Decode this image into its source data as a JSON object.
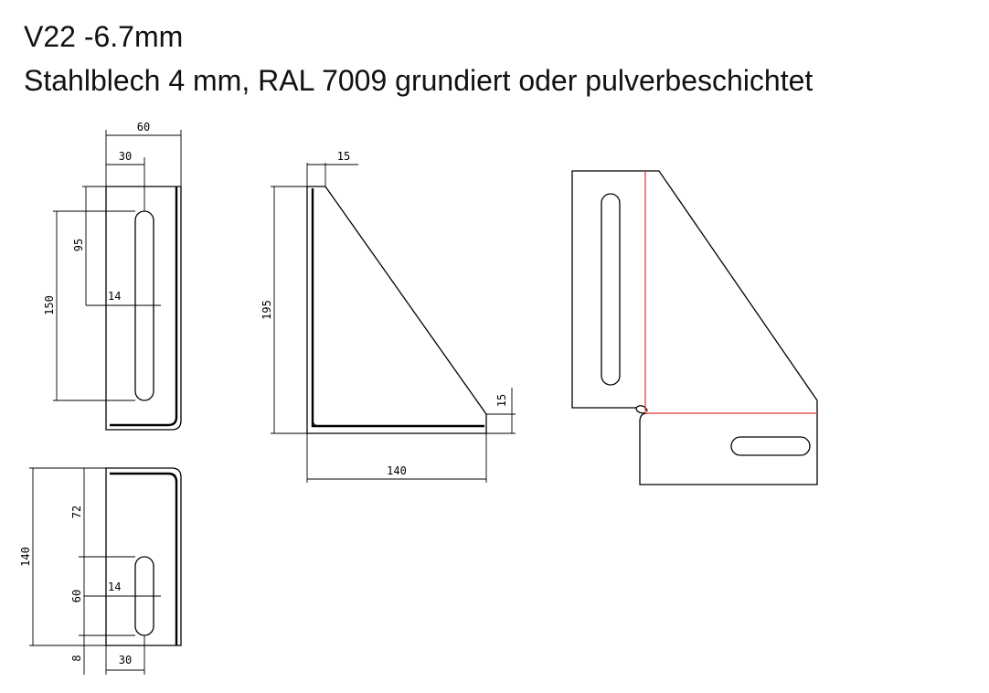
{
  "title": "V22 -6.7mm",
  "subtitle": "Stahlblech 4 mm, RAL 7009 grundiert oder pulverbeschichtet",
  "dimensions": {
    "side_view": {
      "width": "60",
      "slot_offset": "30",
      "height": "150",
      "slot_center": "95",
      "slot_width": "14"
    },
    "bottom_view": {
      "height": "140",
      "upper": "72",
      "slot_len": "60",
      "slot_width": "14",
      "edge": "8",
      "slot_offset": "30"
    },
    "front_view": {
      "flange": "15",
      "height": "195",
      "tip": "15",
      "width": "140"
    }
  }
}
